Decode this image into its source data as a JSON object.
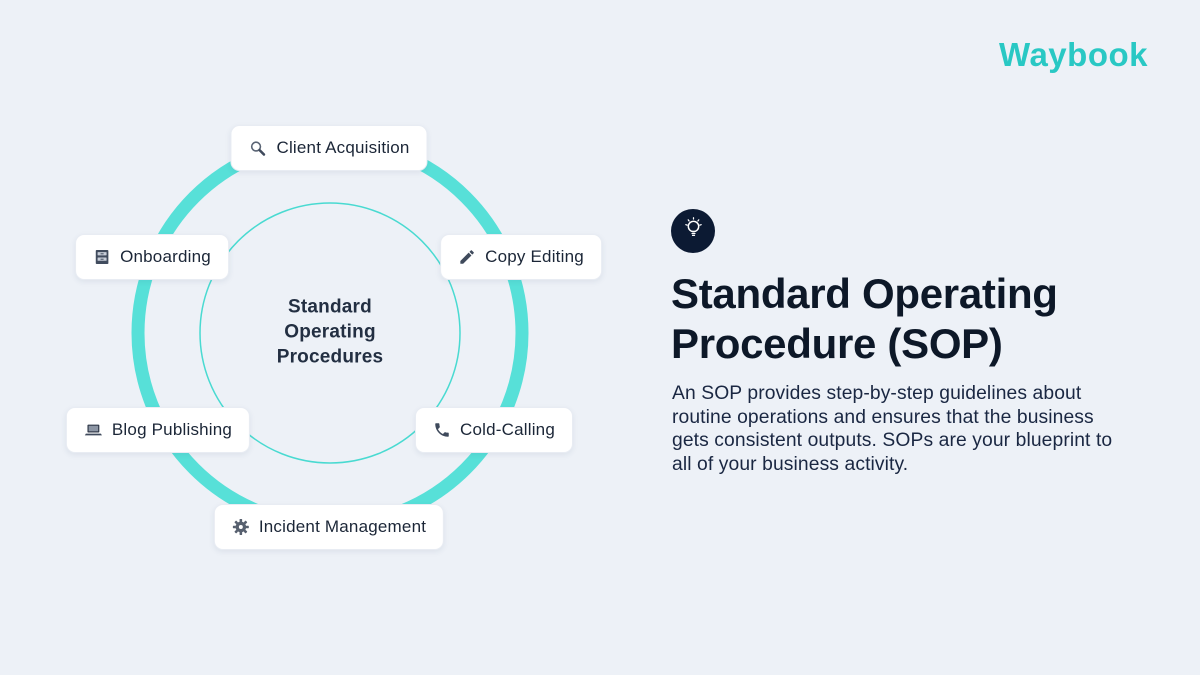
{
  "colors": {
    "background": "#EDF1F7",
    "ring_teal": "#57E0D8",
    "inner_ring_teal": "#49DAD1",
    "brand_teal": "#29C8C4",
    "badge_navy": "#0C1A33",
    "heading_navy": "#0D1828",
    "label_text": "#1B2637"
  },
  "brand": {
    "logo": "Waybook"
  },
  "diagram": {
    "center_label": "Standard\nOperating\nProcedures",
    "nodes": [
      {
        "label": "Client Acquisition",
        "icon": "magnifier-icon"
      },
      {
        "label": "Copy Editing",
        "icon": "pen-icon"
      },
      {
        "label": "Cold-Calling",
        "icon": "phone-icon"
      },
      {
        "label": "Incident Management",
        "icon": "gear-icon"
      },
      {
        "label": "Blog Publishing",
        "icon": "laptop-icon"
      },
      {
        "label": "Onboarding",
        "icon": "file-cabinet-icon"
      }
    ]
  },
  "content": {
    "icon": "lightbulb-icon",
    "title": "Standard Operating\nProcedure (SOP)",
    "body": "An SOP provides step-by-step guidelines about routine operations and ensures that the business gets consistent outputs. SOPs are your blueprint to all of your business activity."
  }
}
